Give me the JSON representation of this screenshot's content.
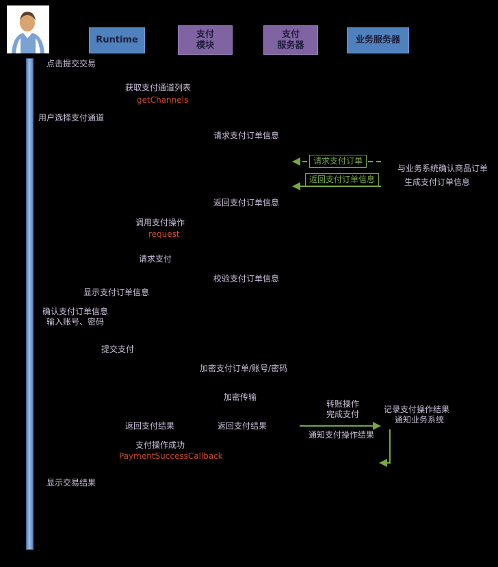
{
  "palette": {
    "background": "#000000",
    "blue_actor": "#4f81bd",
    "purple_actor": "#8064a2",
    "label_text": "#ccc0da",
    "function_text": "#cc4a28",
    "arrow_green": "#76a940"
  },
  "actors": {
    "user": {
      "icon": "person-icon"
    },
    "runtime": {
      "label": "Runtime"
    },
    "pay_module": {
      "line1": "支付",
      "line2": "模块"
    },
    "pay_server": {
      "line1": "支付",
      "line2": "服务器"
    },
    "biz_server": {
      "label": "业务服务器"
    }
  },
  "messages": {
    "click_submit": "点击提交交易",
    "get_channel_list": "获取支付通道列表",
    "get_channels_fn": "getChannels",
    "user_select_channel": "用户选择支付通道",
    "request_order_info": "请求支付订单信息",
    "request_order_boxed": "请求支付订单",
    "confirm_goods_order": "与业务系统确认商品订单",
    "gen_order_info": "生成支付订单信息",
    "return_order_boxed": "返回支付订单信息",
    "return_order_info": "返回支付订单信息",
    "call_pay_op": "调用支付操作",
    "request_fn": "request",
    "request_pay": "请求支付",
    "verify_order_info": "校验支付订单信息",
    "show_order_info": "显示支付订单信息",
    "confirm_order_info": "确认支付订单信息",
    "input_account_pwd": "输入账号、密码",
    "submit_pay": "提交支付",
    "encrypt_order": "加密支付订单/账号/密码",
    "encrypt_transport": "加密传输",
    "transfer_op": "转账操作",
    "complete_pay": "完成支付",
    "record_op_result": "记录支付操作结果",
    "notify_biz": "通知业务系统",
    "return_pay_result_left": "返回支付结果",
    "return_pay_result_mid": "返回支付结果",
    "notify_op_result": "通知支付操作结果",
    "pay_op_success": "支付操作成功",
    "payment_callback_fn": "PaymentSuccessCallback",
    "show_tx_result": "显示交易结果"
  }
}
